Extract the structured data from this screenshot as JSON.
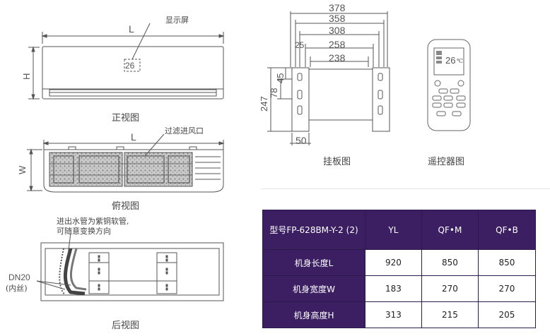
{
  "front_view": {
    "display_label": "显示屏",
    "display_value": "26",
    "dim_length": "L",
    "dim_height": "H",
    "caption": "正视图"
  },
  "top_view": {
    "filter_label": "过滤进风口",
    "dim_length": "L",
    "dim_width": "W",
    "caption": "俯视图"
  },
  "rear_view": {
    "pipe_note_line1": "进出水管为紫铜软管,",
    "pipe_note_line2": "可随意变换方向",
    "dn_label": "DN20",
    "dn_sub": "(内丝)",
    "caption": "后视图"
  },
  "mounting_plate": {
    "dims_horizontal": [
      "378",
      "358",
      "308",
      "258",
      "238"
    ],
    "dim_25": "25",
    "dims_vertical": [
      "247",
      "78",
      "45"
    ],
    "dim_bottom": "50",
    "caption": "挂板图"
  },
  "remote": {
    "display_value": "26",
    "unit": "℃",
    "caption": "遥控器图"
  },
  "spec_table": {
    "headers": [
      "型号FP-628BM-Y-2 (2)",
      "YL",
      "QF•M",
      "QF•B"
    ],
    "rows": [
      {
        "label": "机身长度L",
        "values": [
          "920",
          "850",
          "850"
        ]
      },
      {
        "label": "机身宽度W",
        "values": [
          "183",
          "270",
          "270"
        ]
      },
      {
        "label": "机身高度H",
        "values": [
          "313",
          "215",
          "205"
        ]
      }
    ]
  },
  "colors": {
    "table_header": "#3b1f62",
    "line": "#555555"
  }
}
